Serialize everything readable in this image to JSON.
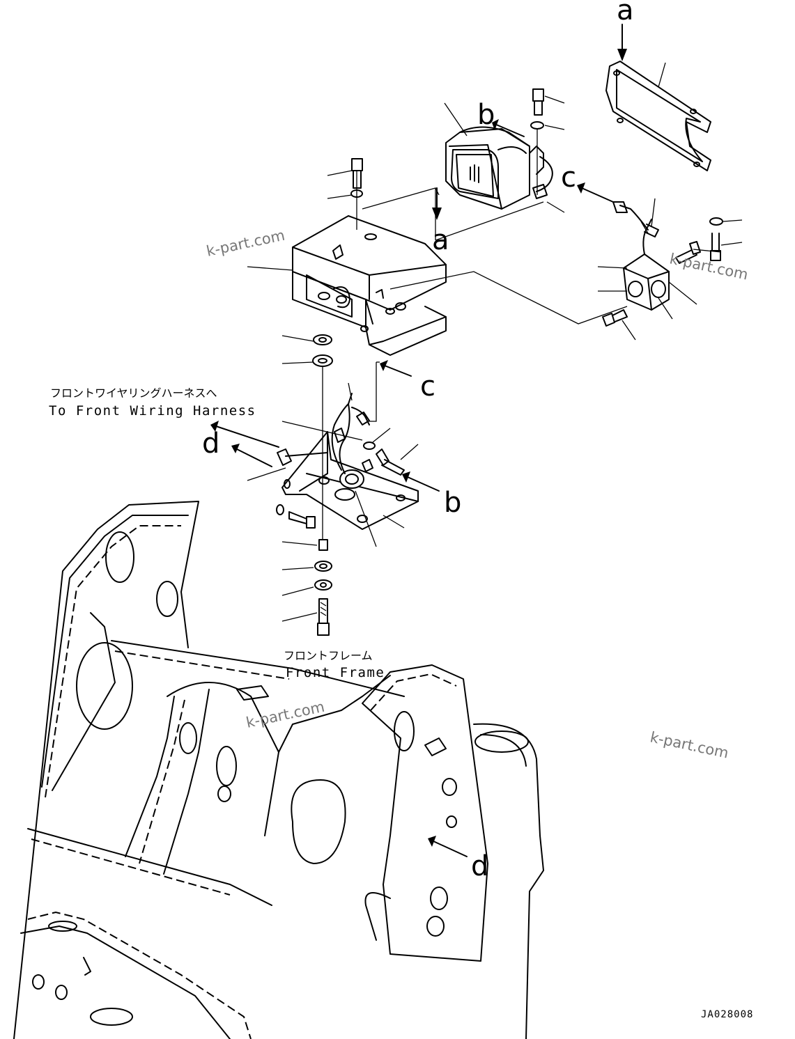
{
  "labels": {
    "harness_jp": "フロントワイヤリングハーネスへ",
    "harness_en": "To Front Wiring Harness",
    "frame_jp": "フロントフレーム",
    "frame_en": "Front Frame"
  },
  "reference_letters": {
    "a_top": "a",
    "a_mid": "a",
    "b_top": "b",
    "b_low": "b",
    "c_top": "c",
    "c_mid": "c",
    "d_left": "d",
    "d_frame": "d"
  },
  "watermarks": [
    "k-part.com",
    "k-part.com",
    "k-part.com",
    "k-part.com"
  ],
  "drawing_code": "JA028008"
}
